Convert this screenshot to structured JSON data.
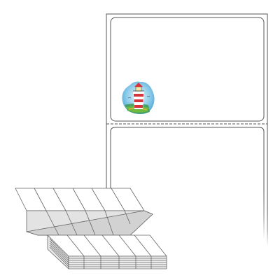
{
  "product": {
    "type": "fanfold-labels",
    "labels_visible": 2,
    "artwork": "lighthouse-illustration"
  },
  "colors": {
    "background": "#ffffff",
    "outline": "#555555",
    "label_fill": "#ffffff",
    "sky": "#7ec3e6",
    "lighthouse_red": "#d7333a",
    "grass": "#6cba3f",
    "shadow_gray": "#d2d2d2"
  }
}
